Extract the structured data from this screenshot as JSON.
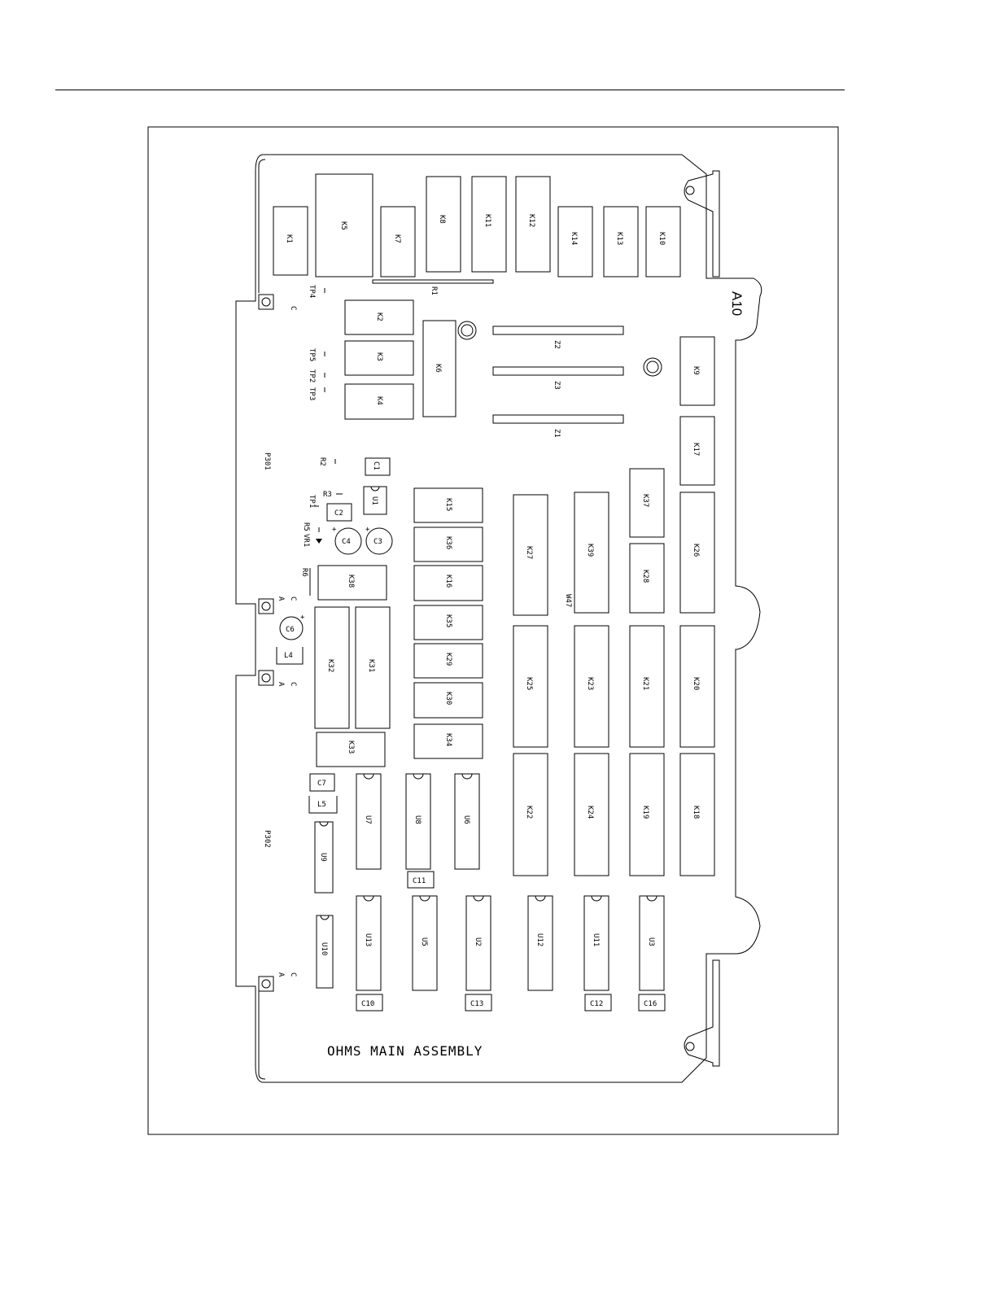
{
  "board": {
    "title": "OHMS MAIN ASSEMBLY",
    "designator": "A10"
  },
  "relays_top": [
    "K1",
    "K5",
    "K7",
    "K8",
    "K11",
    "K12",
    "K14",
    "K13",
    "K10"
  ],
  "relays_left": [
    "K2",
    "K3",
    "K4",
    "K6"
  ],
  "relays_right": [
    "K9",
    "K17",
    "K37",
    "K26",
    "K28",
    "K39",
    "K27"
  ],
  "relays_mid": [
    "K15",
    "K36",
    "K16",
    "K35",
    "K29",
    "K30",
    "K34",
    "K38",
    "K32",
    "K31",
    "K33"
  ],
  "relays_grid": [
    "K25",
    "K23",
    "K21",
    "K20",
    "K22",
    "K24",
    "K19",
    "K18"
  ],
  "networks": [
    "Z2",
    "Z3",
    "Z1"
  ],
  "ics_top_row": [
    "U7",
    "U8",
    "U6",
    "U9"
  ],
  "ics_bottom_row": [
    "U13",
    "U5",
    "U2",
    "U12",
    "U11",
    "U3",
    "U10"
  ],
  "small_parts": [
    "U1",
    "C1",
    "C2",
    "C4",
    "C3",
    "C6",
    "L4",
    "C7",
    "L5",
    "C11",
    "C10",
    "C13",
    "C12",
    "C16"
  ],
  "resistors": [
    "R1",
    "R2",
    "R3",
    "R5",
    "VR1",
    "R6"
  ],
  "test_points": [
    "TP4",
    "TP5",
    "TP2",
    "TP3",
    "TP1"
  ],
  "connectors": [
    "P301",
    "P302"
  ],
  "pin_labels": [
    "C",
    "A"
  ],
  "jumper": "W47",
  "polarity": "+"
}
